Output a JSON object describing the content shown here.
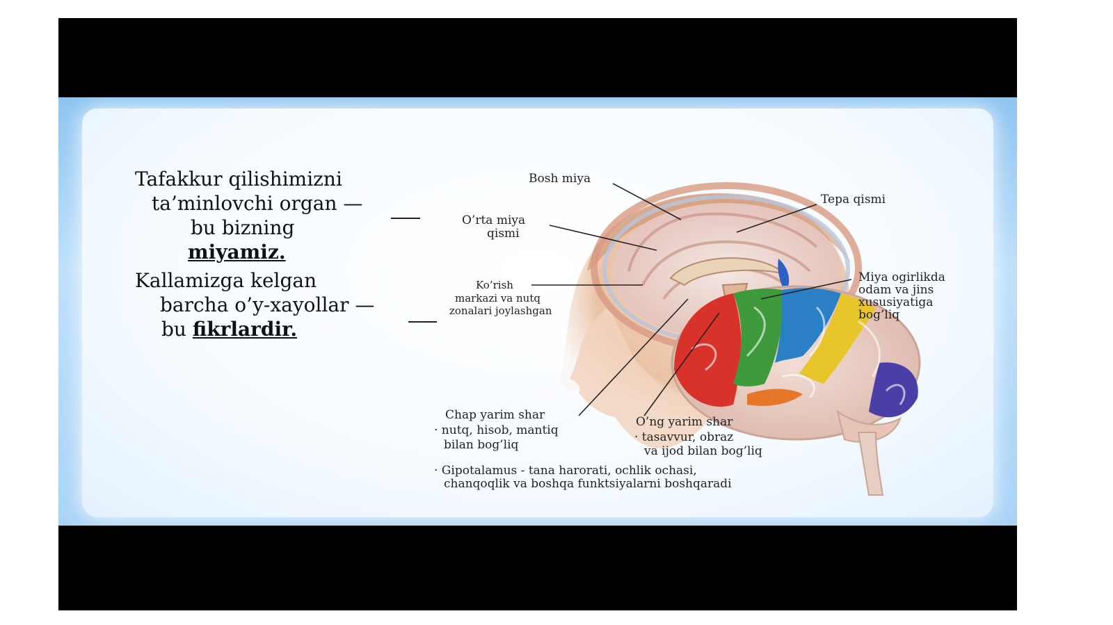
{
  "slide": {
    "text_lines": {
      "l1": "Tafakkur qilishimizni",
      "l2": "ta’minlovchi organ —",
      "l3": "bu bizning",
      "l4": "miyamiz.",
      "l5": "Kallamizga kelgan",
      "l6": "barcha o’y-xayollar —",
      "l7_prefix": "bu",
      "l7_emph": "fikrlardir."
    },
    "diagram_labels": {
      "bosh_miya": "Bosh miya",
      "tepa_qismi": "Tepa qismi",
      "orta_miya_1": "O’rta miya",
      "orta_miya_2": "qismi",
      "korish_1": "Ko’rish",
      "korish_2": "markazi va nutq",
      "korish_3": "zonalari joylashgan",
      "miya_og_1": "Miya ogirlikda",
      "miya_og_2": "odam va jins",
      "miya_og_3": "xususiyatiga",
      "miya_og_4": "bog’liq",
      "chap_1": "Chap yarim shar",
      "chap_2": "· nutq, hisob, mantiq",
      "chap_3": "bilan bog’liq",
      "ong_1": "O’ng yarim shar",
      "ong_2": "· tasavvur, obraz",
      "ong_3": "va ijod bilan bog’liq",
      "gipo_1": "· Gipotalamus - tana harorati, ochlik ochasi,",
      "gipo_2": "chanqoqlik va boshqa funktsiyalarni boshqaradi"
    },
    "colors": {
      "letterbox": "#000000",
      "slide_border": "#a9d3f6",
      "lobe_frontal": "#d9322b",
      "lobe_green": "#3f9a3c",
      "lobe_blue": "#2b7fc4",
      "lobe_yellow": "#e8c52a",
      "lobe_orange": "#e6772a",
      "lobe_purple": "#4a3fa6"
    }
  }
}
